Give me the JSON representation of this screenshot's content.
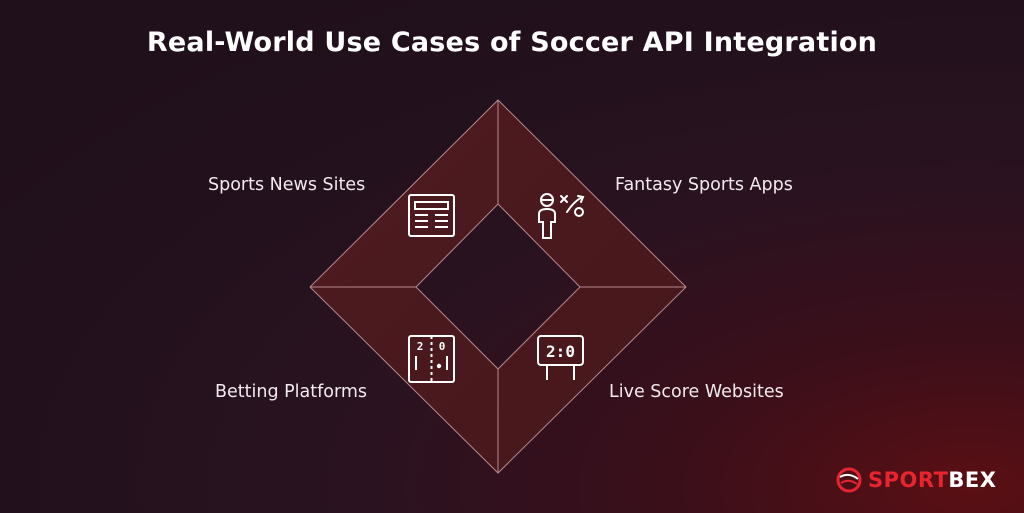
{
  "title": "Real-World Use Cases of Soccer API Integration",
  "use_cases": [
    {
      "label": "Sports News Sites",
      "icon": "newspaper-icon"
    },
    {
      "label": "Fantasy Sports Apps",
      "icon": "tactics-coach-icon"
    },
    {
      "label": "Betting Platforms",
      "icon": "scoreboard-field-icon"
    },
    {
      "label": "Live Score Websites",
      "icon": "scoreboard-icon"
    }
  ],
  "scoreboard": {
    "field_left": "2",
    "field_right": "0",
    "score": "2:0"
  },
  "brand": {
    "part1": "SPORT",
    "part2": "BEX"
  },
  "colors": {
    "accent": "#e8242f",
    "panel": "#4a1a1e",
    "stroke": "#b5888e"
  }
}
